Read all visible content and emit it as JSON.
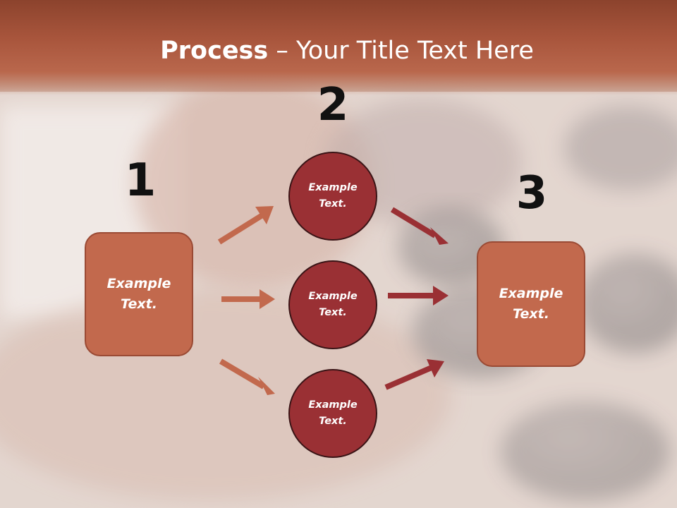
{
  "slide": {
    "title_bold": "Process",
    "title_rest": " – Your Title Text Here"
  },
  "steps": {
    "n1": "1",
    "n2": "2",
    "n3": "3"
  },
  "boxes": {
    "left": "Example\nText.",
    "right": "Example\nText."
  },
  "circles": {
    "top": "Example\nText.",
    "middle": "Example\nText.",
    "bottom": "Example\nText."
  },
  "colors": {
    "title_band": "#a8553c",
    "box_fill": "#c2694d",
    "circle_fill": "#9a3034",
    "arrow_left": "#c2694d",
    "arrow_right": "#9a3034"
  }
}
